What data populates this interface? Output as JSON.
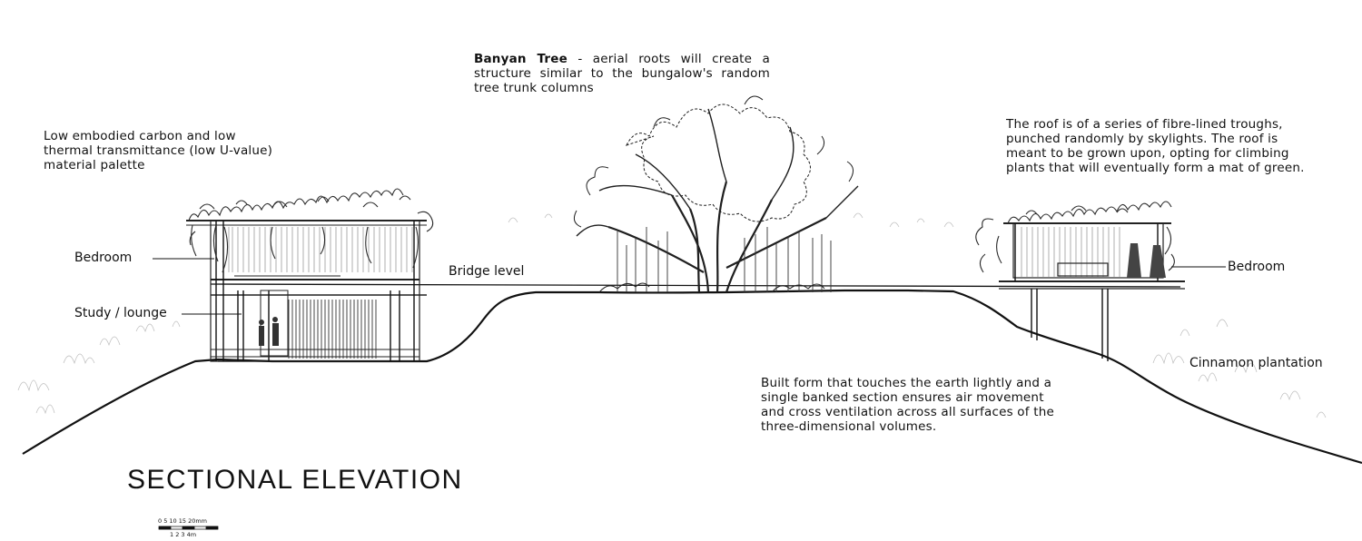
{
  "title": "SECTIONAL ELEVATION",
  "annotations": {
    "banyan_bold": "Banyan Tree",
    "banyan_text": " - aerial roots will create a structure similar to the bungalow's random tree trunk columns",
    "materials": "Low embodied carbon and low\nthermal transmittance (low U-value)\nmaterial palette",
    "roof": "The roof is of a series of fibre-lined troughs,\npunched randomly by skylights. The roof is\nmeant to be grown upon, opting for climbing\nplants that will eventually form a mat of green.",
    "built_form": "Built form that touches the earth lightly and a\nsingle banked section ensures air movement\nand cross ventilation across all surfaces of the\nthree-dimensional volumes."
  },
  "labels": {
    "bedroom_left": "Bedroom",
    "study_lounge": "Study / lounge",
    "bridge_level": "Bridge level",
    "bedroom_right": "Bedroom",
    "cinnamon": "Cinnamon plantation"
  },
  "scale_bar": {
    "top_ticks": "0  5  10 15 20mm",
    "bottom_ticks": "1  2  3   4m"
  },
  "colors": {
    "ink": "#111111",
    "line_gray": "#555555",
    "foliage": "#2a2a2a",
    "background": "#ffffff"
  }
}
